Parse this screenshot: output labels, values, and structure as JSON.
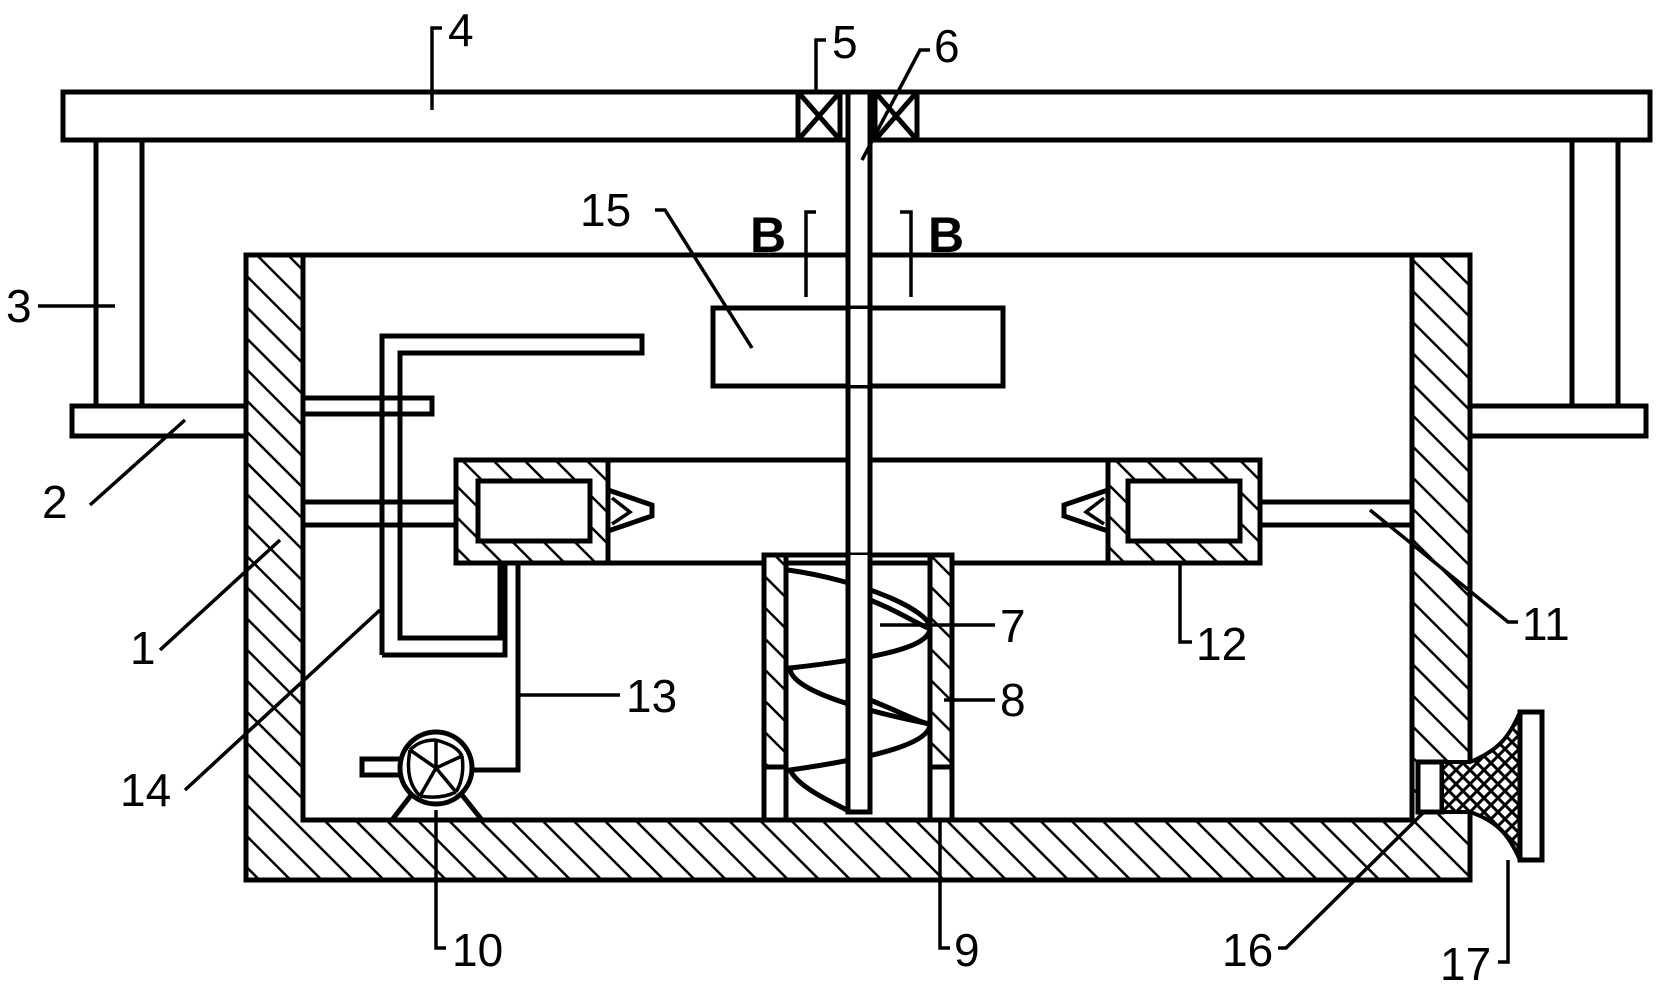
{
  "labels": {
    "l1": "1",
    "l2": "2",
    "l3": "3",
    "l4": "4",
    "l5": "5",
    "l6": "6",
    "l7": "7",
    "l8": "8",
    "l9": "9",
    "l10": "10",
    "l11": "11",
    "l12": "12",
    "l13": "13",
    "l14": "14",
    "l15": "15",
    "l16": "16",
    "l17": "17"
  },
  "section": {
    "left": "B",
    "right": "B"
  },
  "colors": {
    "line": "#000000",
    "background": "#ffffff"
  }
}
